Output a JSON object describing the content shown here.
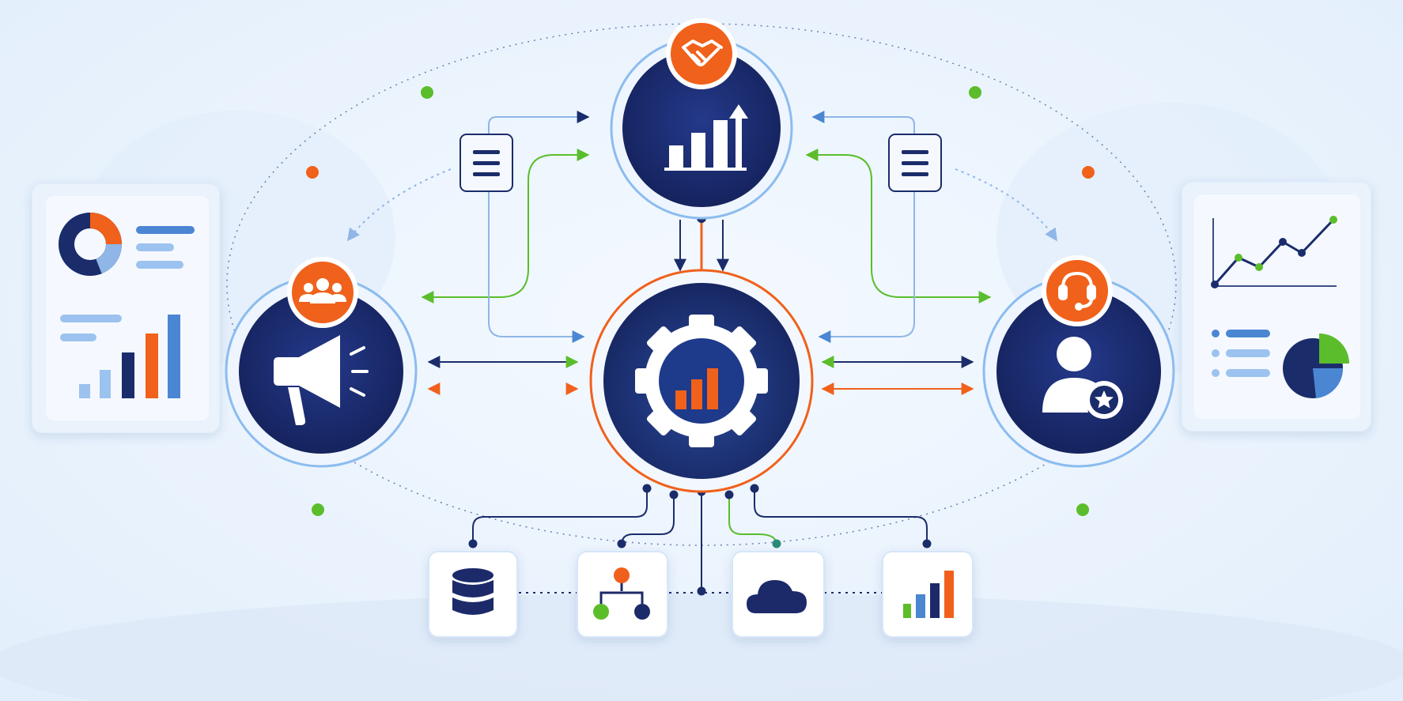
{
  "colors": {
    "navy": "#1b2c6b",
    "navy_dark": "#14215a",
    "orange": "#f0611c",
    "green": "#5bbd2c",
    "blue": "#4b86d2",
    "light_blue": "#9cc2ef",
    "ring_blue": "#8cbcef",
    "card_bg": "#ffffff",
    "panel_bg": "#f1f7fe"
  },
  "hub": {
    "icon": "gear-chart-icon"
  },
  "satellites": [
    {
      "id": "sales",
      "icon": "bar-chart-up-icon",
      "badge_icon": "handshake-icon"
    },
    {
      "id": "marketing",
      "icon": "megaphone-icon",
      "badge_icon": "team-icon"
    },
    {
      "id": "support",
      "icon": "user-star-icon",
      "badge_icon": "headset-icon"
    }
  ],
  "document_icons": [
    "document-icon",
    "document-icon"
  ],
  "sources": [
    {
      "id": "database",
      "icon": "database-icon"
    },
    {
      "id": "workflow",
      "icon": "hierarchy-icon"
    },
    {
      "id": "cloud",
      "icon": "cloud-icon"
    },
    {
      "id": "analytics",
      "icon": "bar-chart-icon"
    }
  ],
  "side_panels": {
    "left": {
      "icons": [
        "donut-chart-icon",
        "bar-chart-icon"
      ]
    },
    "right": {
      "icons": [
        "line-chart-icon",
        "pie-chart-icon"
      ]
    }
  }
}
